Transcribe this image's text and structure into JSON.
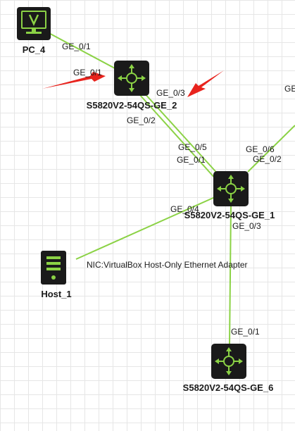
{
  "devices": {
    "pc4": {
      "name": "PC_4",
      "icon": "monitor-icon"
    },
    "ge2": {
      "name": "S5820V2-54QS-GE_2",
      "icon": "switch-router-icon"
    },
    "ge1": {
      "name": "S5820V2-54QS-GE_1",
      "icon": "switch-router-icon"
    },
    "ge6": {
      "name": "S5820V2-54QS-GE_6",
      "icon": "switch-router-icon"
    },
    "host1": {
      "name": "Host_1",
      "icon": "server-icon"
    }
  },
  "ports": {
    "pc4_ge01": "GE_0/1",
    "ge2_ge01": "GE_0/1",
    "ge2_ge03": "GE_0/3",
    "ge2_ge02": "GE_0/2",
    "ge1_ge05": "GE_0/5",
    "ge1_ge01": "GE_0/1",
    "ge1_ge06": "GE_0/6",
    "ge1_ge02": "GE_0/2",
    "ge1_ge04": "GE_0/4",
    "ge1_ge03": "GE_0/3",
    "ge6_ge01": "GE_0/1",
    "edge_cut": "GE"
  },
  "host1_nic": "NIC:VirtualBox Host-Only Ethernet Adapter",
  "colors": {
    "link": "#8bd245",
    "device_fill": "#1a1a1a",
    "device_glyph": "#8bd245",
    "annotation_arrow": "#e8231d",
    "grid": "#e6e6e6"
  }
}
